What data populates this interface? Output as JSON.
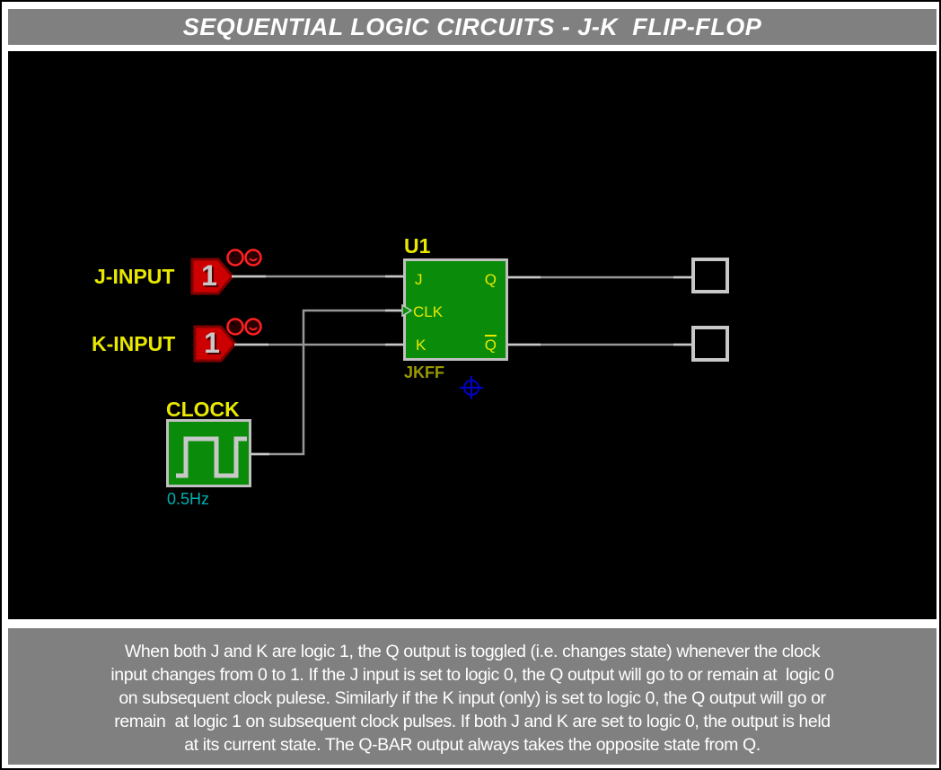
{
  "header": {
    "title": "SEQUENTIAL LOGIC CIRCUITS - J-K  FLIP-FLOP"
  },
  "circuit": {
    "j_input": {
      "label": "J-INPUT",
      "value": "1"
    },
    "k_input": {
      "label": "K-INPUT",
      "value": "1"
    },
    "clock": {
      "label": "CLOCK",
      "frequency": "0.5Hz"
    },
    "flipflop": {
      "designator": "U1",
      "part": "JKFF",
      "pin_j": "J",
      "pin_clk": "CLK",
      "pin_k": "K",
      "pin_q": "Q",
      "pin_qbar": "Q"
    }
  },
  "description": {
    "lines": [
      "When both J and K are logic 1, the Q output is toggled (i.e. changes state) whenever the clock",
      "input changes from 0 to 1. If the J input is set to logic 0, the Q output will go to or remain at  logic 0",
      "on subsequent clock pulese. Similarly if the K input (only) is set to logic 0, the Q output will go or",
      "remain  at logic 1 on subsequent clock pulses. If both J and K are set to logic 0, the output is held",
      "at its current state. The Q-BAR output always takes the opposite state from Q."
    ]
  },
  "colors": {
    "panel_gray": "#808080",
    "canvas_black": "#000000",
    "component_green": "#0a8c0a",
    "component_border_gray": "#c0c0c0",
    "label_yellow": "#e8e800",
    "part_olive": "#9a9a00",
    "switch_red": "#cc0000",
    "switch_border_red": "#7f0000",
    "wire_gray": "#989898",
    "pin_stub_gray": "#c8c8c8",
    "frequency_teal": "#00b0b0",
    "crosshair_blue": "#0000cc",
    "title_text_white": "#ffffff"
  }
}
